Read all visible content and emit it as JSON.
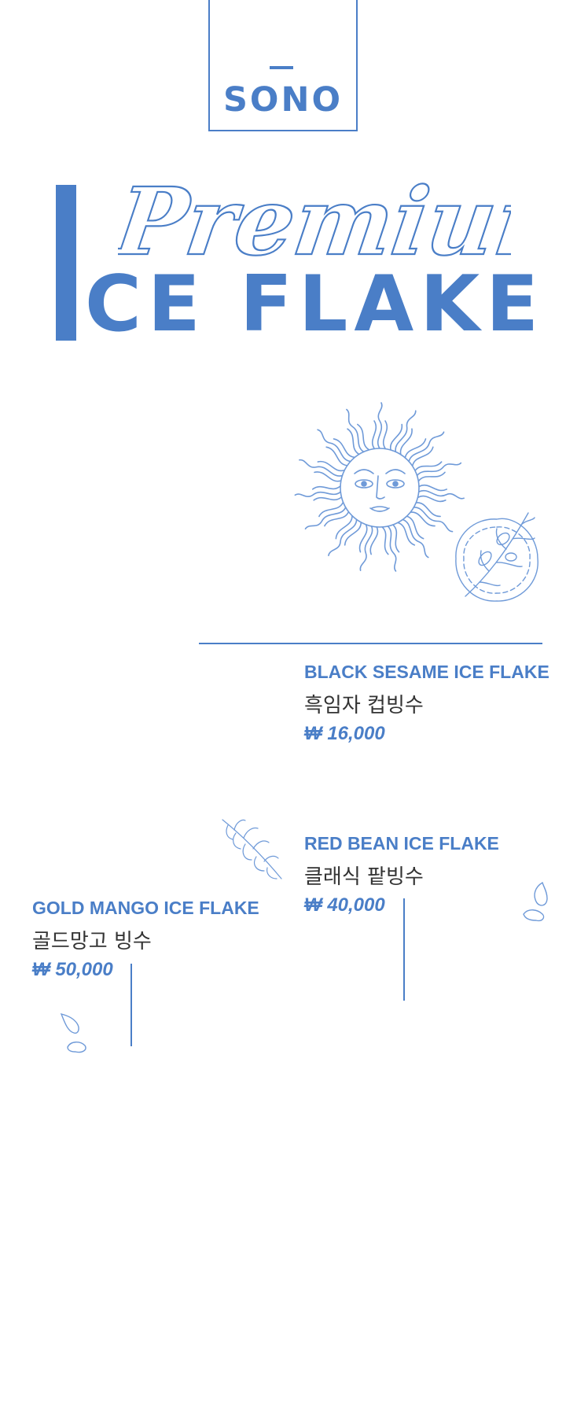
{
  "brand": {
    "logo_text": "SONO"
  },
  "title": {
    "script": "Premium",
    "main": "CE FLAKE"
  },
  "menu": {
    "items": [
      {
        "name_en": "BLACK SESAME ICE FLAKE",
        "name_ko": "흑임자 컵빙수",
        "price": "₩ 16,000"
      },
      {
        "name_en": "RED BEAN ICE FLAKE",
        "name_ko": "클래식 팥빙수",
        "price": "₩ 40,000"
      },
      {
        "name_en": "GOLD MANGO ICE FLAKE",
        "name_ko": "골드망고 빙수",
        "price": "₩ 50,000"
      }
    ]
  },
  "icons": [
    "sun-face-icon",
    "olive-branch-icon",
    "fern-leaf-icon",
    "droplet-icon"
  ],
  "colors": {
    "accent": "#4a7ec7",
    "text": "#333333",
    "background": "#ffffff"
  }
}
